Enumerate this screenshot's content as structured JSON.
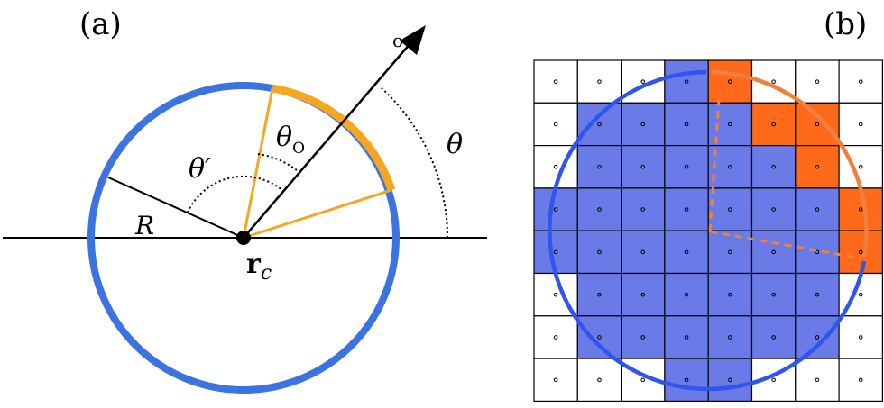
{
  "panel_a": {
    "label": "(a)",
    "radius_label": "R",
    "center_label_main": "r",
    "center_label_sub": "c",
    "theta_label": "θ",
    "theta_prime_label": "θ′",
    "theta_o_label_main": "θ",
    "theta_o_label_sub": "O",
    "arrow_tip_label": "o"
  },
  "panel_b": {
    "label": "(b)",
    "grid_size": 8,
    "cells": [
      "WWWBOWWW",
      "WBBBBOOW",
      "WBBBBBOW",
      "BBBBBBBO",
      "BBBBBBBO",
      "WBBBBBBW",
      "WBBBBBBW",
      "WWWBBWWW"
    ]
  },
  "colors": {
    "circle_blue": "#3b73e0",
    "arc_orange": "#f5a623",
    "cell_blue": "#6a7be8",
    "cell_orange": "#ff6a1a",
    "ring_blue": "#2f55ee",
    "ring_orange": "#f08040",
    "dash_orange": "#f08040",
    "ink": "#000000"
  }
}
